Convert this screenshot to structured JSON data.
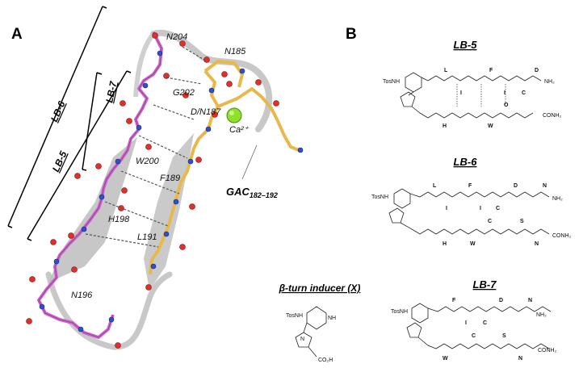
{
  "panel_a": {
    "label": "A",
    "brackets": {
      "lb6": "LB-6",
      "lb5": "LB-5",
      "lb7": "LB-7"
    },
    "residues": {
      "n204": "N204",
      "n185": "N185",
      "g202": "G202",
      "dn187": "D/N187",
      "ca": "Ca²⁺",
      "w200": "W200",
      "f189": "F189",
      "h198": "H198",
      "l191": "L191",
      "n196": "N196"
    },
    "gac_main": "GAC",
    "gac_sub": "182–192"
  },
  "panel_b": {
    "label": "B",
    "lb5": {
      "title": "LB-5",
      "tosnh": "TosNH",
      "top_letters": [
        "L",
        "I",
        "F",
        "I",
        "C",
        "D"
      ],
      "top_end": "NH₂",
      "bottom_letters": [
        "H",
        "W",
        "O"
      ],
      "bottom_end": "CONH₂"
    },
    "lb6": {
      "title": "LB-6",
      "tosnh": "TosNH",
      "top_letters": [
        "L",
        "I",
        "F",
        "I",
        "C",
        "D",
        "N"
      ],
      "top_end": "NH₂",
      "bottom_letters": [
        "H",
        "W",
        "C",
        "S",
        "N"
      ],
      "bottom_end": "CONH₂"
    },
    "lb7": {
      "title": "LB-7",
      "tosnh": "TosNH",
      "top_letters": [
        "F",
        "I",
        "C",
        "D",
        "N"
      ],
      "top_end": "NH₂",
      "bottom_letters": [
        "W",
        "C",
        "S",
        "N"
      ],
      "bottom_end": "CONH₂"
    },
    "inducer": {
      "title": "β-turn inducer (X)",
      "tosnh": "TosNH",
      "nh": "NH",
      "n": "N",
      "co2h": "CO₂H"
    }
  }
}
